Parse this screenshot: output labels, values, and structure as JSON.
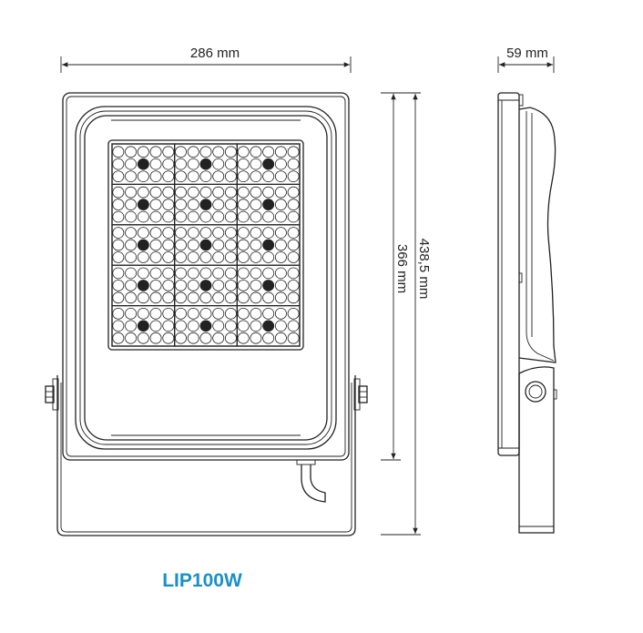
{
  "dimensions": {
    "width": "286 mm",
    "depth": "59 mm",
    "body_height": "366 mm",
    "total_height": "438,5 mm"
  },
  "model": {
    "name": "LIP100W",
    "color": "#1a8fc8"
  },
  "led_module": {
    "columns": 3,
    "rows": 5,
    "leds_per_cell_rows": 3,
    "leds_per_cell_cols": 5
  }
}
